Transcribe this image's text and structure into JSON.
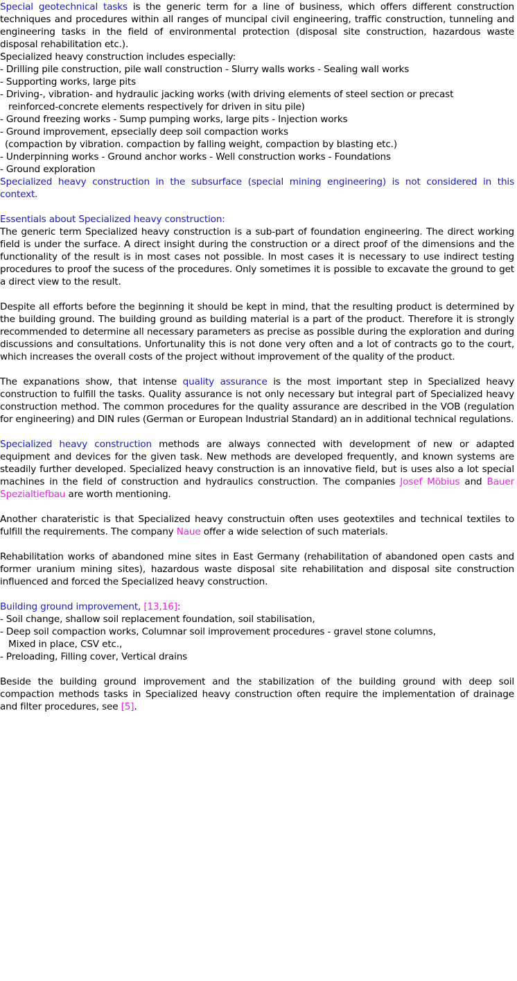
{
  "intro": {
    "lead_link": "Special geotechnical tasks",
    "lead_rest": " is the generic term for a line of business, which offers different construction techniques and procedures within all ranges of muncipal civil engineering, traffic construction, tunneling and engineering tasks in the field of environmental protection (disposal site construction, hazardous waste disposal rehabilitation etc.).",
    "includes_heading": "Specialized heavy construction includes especially:",
    "items": [
      "- Drilling pile construction, pile wall construction  - Slurry walls works - Sealing wall works",
      "- Supporting works, large pits",
      "- Driving-, vibration- and hydraulic jacking works (with driving elements of steel section or precast",
      "reinforced-concrete elements respectively for driven in situ pile)",
      "- Ground freezing works  - Sump pumping works, large pits  - Injection works",
      "- Ground improvement, epsecially deep soil compaction works",
      "(compaction by vibration. compaction by falling weight, compaction by blasting etc.)",
      "- Underpinning works  - Ground anchor works - Well construction works - Foundations",
      "- Ground exploration"
    ],
    "note": "Specialized heavy construction in the subsurface (special mining engineering) is not considered in this context."
  },
  "essentials": {
    "heading": "Essentials about Specialized heavy construction:",
    "p1": "The generic term Specialized heavy construction is a sub-part of foundation engineering. The direct working field is under the surface. A direct insight during the construction or a direct proof of the dimensions and the functionality of the result is in most cases not possible. In most cases it  is necessary to use indirect testing procedures to proof the sucess of the procedures. Only sometimes it is possible to excavate the ground to get a direct view to the result.",
    "p2": "Despite all efforts before the beginning it should be kept in mind, that the resulting product is determined by the building ground. The building ground as building material is a part of the product. Therefore it is strongly recommended to determine all necessary parameters as precise as possible during the exploration and during discussions and consultations. Unfortunality this is not done very often and a lot of contracts go to the court, which increases the overall costs of the project without improvement of the quality of the product.",
    "p3_before": "The expanations show, that intense ",
    "p3_link": "quality assurance",
    "p3_after": " is the most important step in Specialized heavy construction to fulfill the tasks. Quality assurance is not only necessary but integral part of Specialized heavy construction method. The common procedures for the quality assurance are described in the VOB (regulation for engineering) and DIN rules (German or European Industrial Standard) an in additional technical regulations.",
    "p4_link": "Specialized heavy construction",
    "p4_mid": " methods are always connected with development of new or adapted equipment and devices for the given task. New methods are developed frequently, and known systems are steadily further developed. Specialized heavy construction is an innovative field, but is uses also a lot special machines in the field of construction and hydraulics construction. The companies ",
    "p4_company1": "Josef Möbius",
    "p4_and": " and ",
    "p4_company2": "Bauer Spezialtiefbau",
    "p4_end": " are worth mentioning.",
    "p5_before": "Another charateristic is that Specialized heavy constructuin often uses geotextiles and technical textiles to fulfill the requirements. The company ",
    "p5_link": "Naue",
    "p5_after": " offer a wide selection of such materials.",
    "p6": "Rehabilitation works of abandoned mine sites in East Germany (rehabilitation of abandoned open casts and former uranium mining sites), hazardous waste disposal site rehabilitation and disposal site construction influenced and forced the Specialized heavy construction."
  },
  "ground": {
    "heading": "Building ground improvement, ",
    "ref": "[13,16]",
    "colon": ":",
    "items": [
      "- Soil change, shallow soil replacement foundation, soil stabilisation,",
      "- Deep soil compaction works, Columnar soil improvement procedures - gravel stone columns,",
      "Mixed in place, CSV etc.,",
      "- Preloading, Filling cover, Vertical drains"
    ],
    "closing_before": "Beside the building ground improvement and the stabilization of the building ground with deep soil compaction methods tasks in Specialized heavy construction often require the implementation of drainage and filter procedures, see ",
    "closing_ref": "[5]",
    "closing_end": "."
  }
}
